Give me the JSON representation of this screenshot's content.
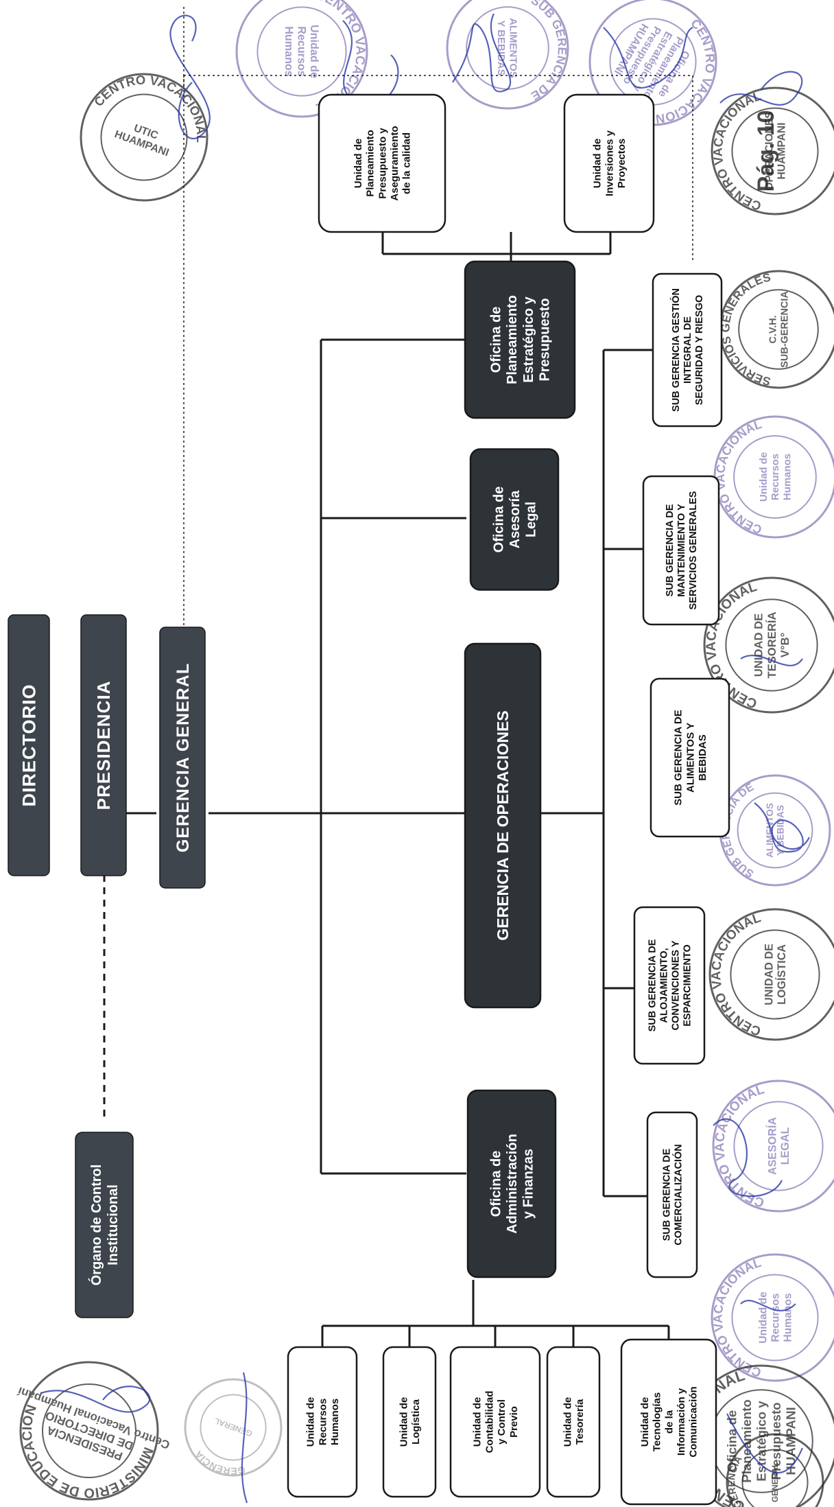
{
  "nodes": {
    "directorio": "DIRECTORIO",
    "presidencia": "PRESIDENCIA",
    "gerencia_general": "GERENCIA GENERAL",
    "organo_control": [
      "Órgano de Control",
      "Institucional"
    ],
    "gerencia_operaciones": "GERENCIA DE OPERACIONES",
    "oficina_admin": [
      "Oficina de",
      "Administración",
      "y Finanzas"
    ],
    "oficina_asesoria": [
      "Oficina de",
      "Asesoría",
      "Legal"
    ],
    "oficina_planeamiento": [
      "Oficina de",
      "Planeamiento",
      "Estratégico y",
      "Presupuesto"
    ],
    "unidad_planeamiento": [
      "Unidad de",
      "Planeamiento",
      "Presupuesto y",
      "Aseguramiento",
      "de la calidad"
    ],
    "unidad_inversiones": [
      "Unidad de",
      "Inversiones y",
      "Proyectos"
    ],
    "unidad_rrhh": [
      "Unidad de",
      "Recursos",
      "Humanos"
    ],
    "unidad_logistica": [
      "Unidad de",
      "Logística"
    ],
    "unidad_contabilidad": [
      "Unidad de",
      "Contabilidad",
      "y Control",
      "Previo"
    ],
    "unidad_tesoreria": [
      "Unidad de",
      "Tesorería"
    ],
    "unidad_tic": [
      "Unidad de",
      "Tecnologías",
      "de la",
      "Información y",
      "Comunicación"
    ],
    "sg_comercializacion": [
      "SUB GERENCIA DE",
      "COMERCIALIZACIÓN"
    ],
    "sg_alojamiento": [
      "SUB GERENCIA DE",
      "ALOJAMIENTO,",
      "CONVENCIONES Y",
      "ESPARCIMIENTO"
    ],
    "sg_alimentos": [
      "SUB GERENCIA DE",
      "ALIMENTOS Y",
      "BEBIDAS"
    ],
    "sg_mantenimiento": [
      "SUB GERENCIA DE",
      "MANTENIMIENTO Y",
      "SERVICIOS GENERALES"
    ],
    "sg_seguridad": [
      "SUB GERENCIA GESTIÓN",
      "INTEGRAL DE",
      "SEGURIDAD Y RIESGO"
    ]
  },
  "stamps": {
    "utic": [
      "CENTRO VACACIONAL",
      "UTIC",
      "HUAMPANI"
    ],
    "gerencia_alimentos": [
      "SUB GERENCIA DE",
      "ALIMENTOS",
      "Y BEBIDAS"
    ],
    "operaciones": [
      "CENTRO VACACIONAL",
      "OPERACIONES",
      "HUAMPANI"
    ],
    "servicios_generales": [
      "SERVICIOS GENERALES",
      "C.V.H.",
      "SUB-GERENCIA"
    ],
    "recursos_humanos": [
      "CENTRO VACACIONAL",
      "Unidad de",
      "Recursos",
      "Humanos"
    ],
    "tesoreria": [
      "CENTRO VACACIONAL",
      "UNIDAD DE",
      "TESORERÍA",
      "V°B°"
    ],
    "logistica": [
      "CENTRO VACACIONAL",
      "UNIDAD DE",
      "LOGÍSTICA"
    ],
    "asesoria_legal": [
      "CENTRO VACACIONAL",
      "ASESORÍA",
      "LEGAL"
    ],
    "planeamiento": [
      "CENTRO VACACIONAL",
      "Oficina de",
      "Planeamiento",
      "Estratégico y",
      "Presupuesto",
      "HUAMPANI"
    ],
    "presidencia": [
      "MINISTERIO DE EDUCACIÓN",
      "PRESIDENCIA",
      "DE DIRECTORIO",
      "Centro Vacacional Huampaní"
    ],
    "gerencia_general": [
      "GERENCIA",
      "GENERAL"
    ],
    "page_number": "Pág. 10"
  },
  "colors": {
    "dark_box": "#2e3338",
    "grey_box": "#3e454c",
    "line": "#1a1a1a",
    "stamp_purple": "#8a7bb8",
    "stamp_dark": "#2b2b2b",
    "signature_blue": "#2a3aa8"
  }
}
